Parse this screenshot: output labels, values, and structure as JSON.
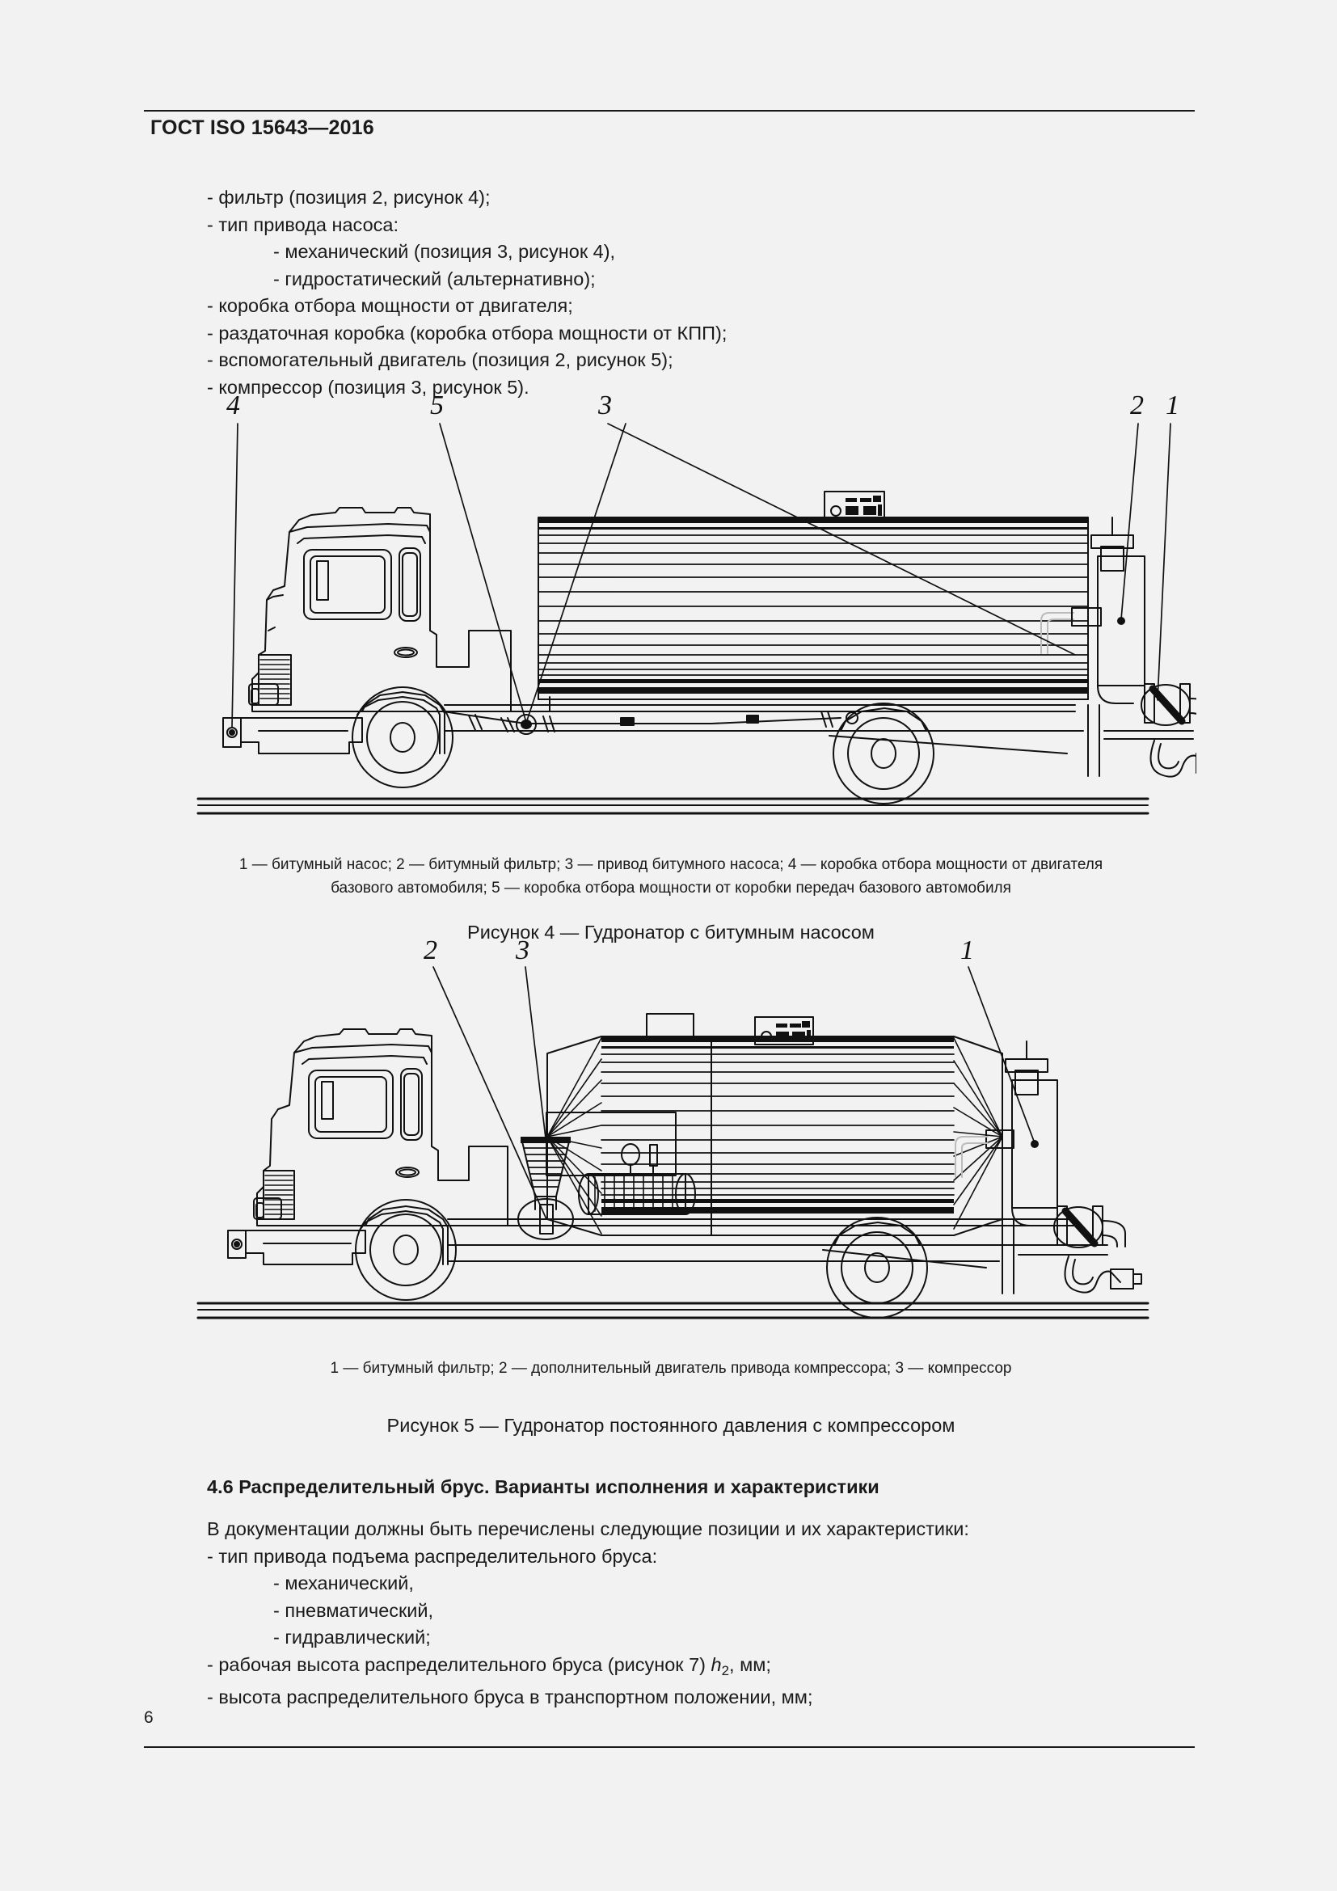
{
  "document": {
    "standard_title": "ГОСТ ISO 15643—2016",
    "page_number": "6"
  },
  "list_top": [
    {
      "indent": 1,
      "text": "- фильтр (позиция 2, рисунок 4);"
    },
    {
      "indent": 1,
      "text": "- тип привода насоса:"
    },
    {
      "indent": 2,
      "text": "- механический (позиция 3, рисунок 4),"
    },
    {
      "indent": 2,
      "text": "- гидростатический (альтернативно);"
    },
    {
      "indent": 1,
      "text": "- коробка отбора мощности от двигателя;"
    },
    {
      "indent": 1,
      "text": "- раздаточная коробка (коробка отбора мощности от КПП);"
    },
    {
      "indent": 1,
      "text": "- вспомогательный двигатель (позиция 2, рисунок 5);"
    },
    {
      "indent": 1,
      "text": "- компрессор (позиция 3, рисунок 5)."
    }
  ],
  "figure4": {
    "callouts": [
      "4",
      "5",
      "3",
      "2",
      "1"
    ],
    "legend_line1": "1 — битумный насос; 2 — битумный фильтр; 3 — привод битумного насоса; 4 — коробка отбора мощности от двигателя",
    "legend_line2": "базового автомобиля; 5 — коробка отбора мощности от коробки передач базового автомобиля",
    "title": "Рисунок 4 — Гудронатор с битумным насосом"
  },
  "figure5": {
    "callouts": [
      "2",
      "3",
      "1"
    ],
    "legend_line1": "1 — битумный фильтр; 2 — дополнительный двигатель привода компрессора; 3 — компрессор",
    "title": "Рисунок 5 — Гудронатор постоянного давления с компрессором"
  },
  "section": {
    "heading": "4.6 Распределительный брус. Варианты исполнения и характеристики",
    "intro": "В документации должны быть перечислены следующие позиции и их характеристики:"
  },
  "list_bottom": [
    {
      "indent": 1,
      "text": "- тип привода подъема распределительного бруса:"
    },
    {
      "indent": 2,
      "text": "- механический,"
    },
    {
      "indent": 2,
      "text": "- пневматический,"
    },
    {
      "indent": 2,
      "text": "- гидравлический;"
    },
    {
      "indent": 1,
      "html": true,
      "text": "- рабочая высота распределительного бруса (рисунок 7) <span class=\"ital\">h</span><sub>2</sub>, мм;"
    },
    {
      "indent": 1,
      "text": "- высота распределительного бруса в транспортном положении, мм;"
    }
  ]
}
